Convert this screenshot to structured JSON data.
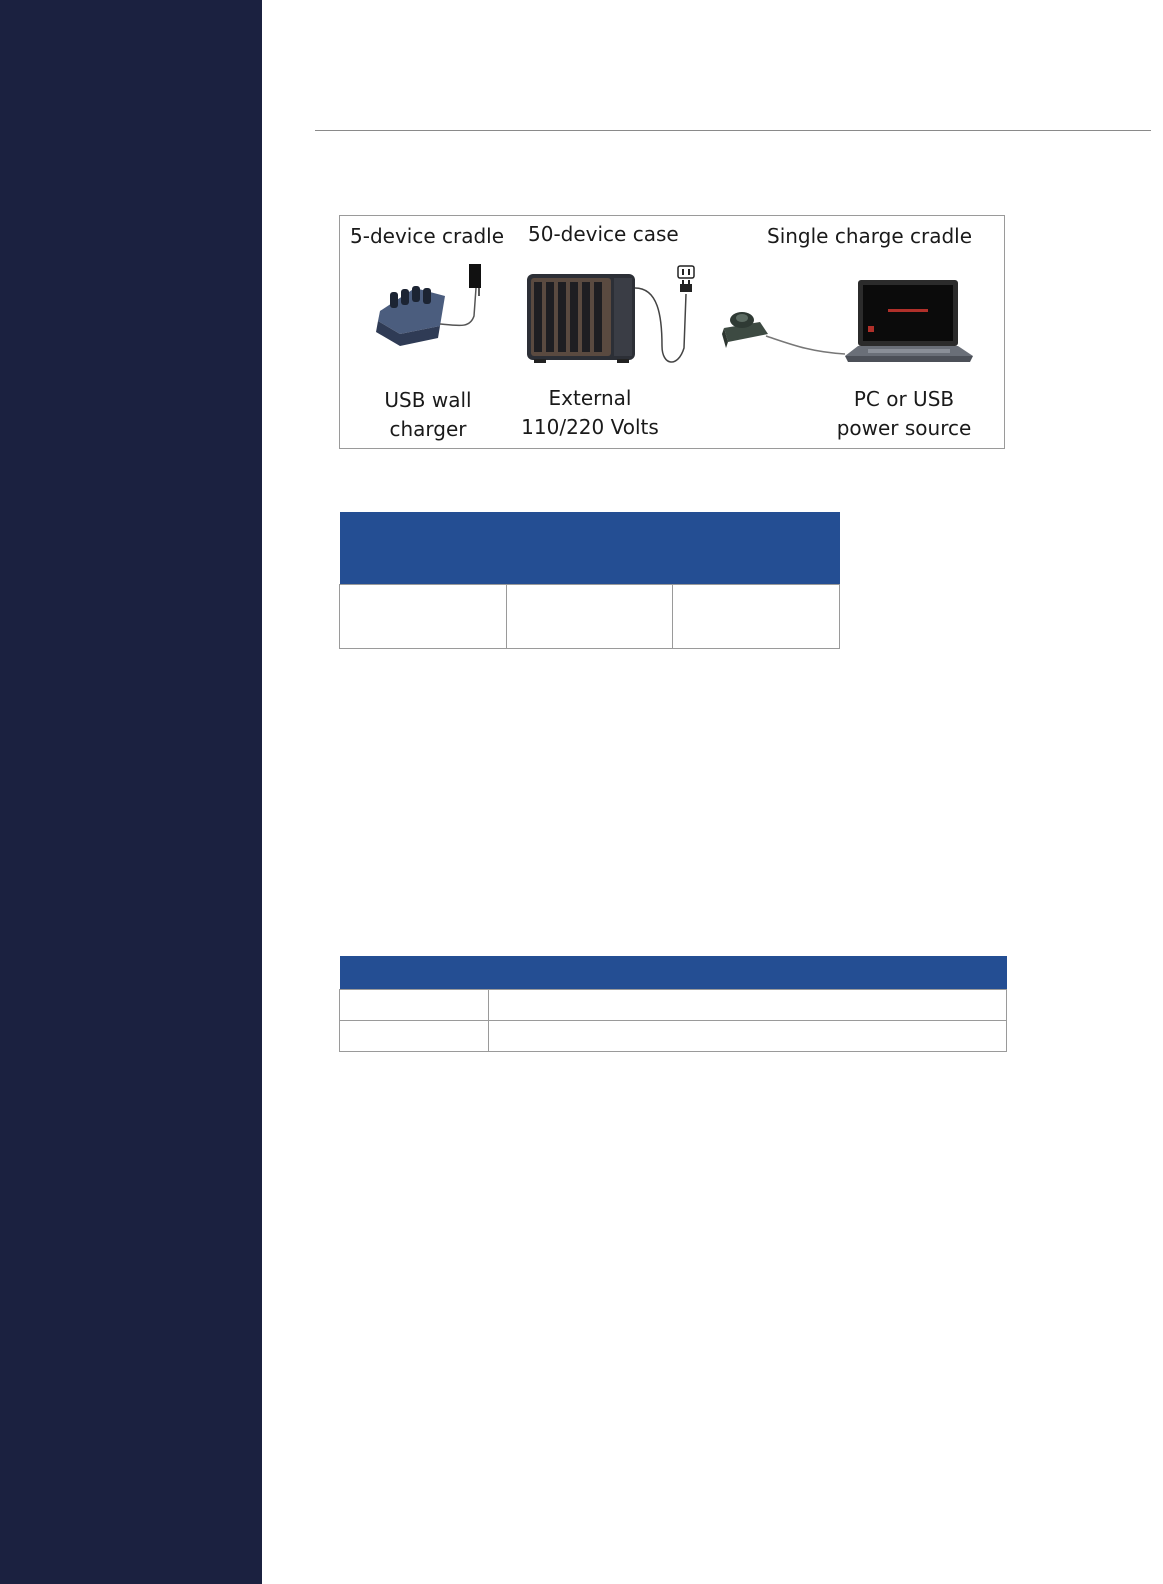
{
  "figure": {
    "labels": {
      "five_device_cradle": "5-device cradle",
      "fifty_device_case": "50-device case",
      "single_charge_cradle": "Single charge cradle",
      "usb_wall_charger_line1": "USB wall",
      "usb_wall_charger_line2": "charger",
      "external_line1": "External",
      "external_line2": "110/220 Volts",
      "pc_usb_line1": "PC or USB",
      "pc_usb_line2": "power source"
    },
    "icons": [
      "multi-device-cradle-icon",
      "usb-wall-charger-icon",
      "charging-case-icon",
      "wall-outlet-icon",
      "power-plug-icon",
      "single-cradle-icon",
      "laptop-icon"
    ],
    "colors": {
      "device_dark": "#3a3f4a",
      "cradle_blue": "#5a6f90",
      "laptop_screen": "#111111",
      "screen_text": "#c0392b"
    }
  },
  "colors": {
    "sidebar": "#1b2140",
    "table_header": "#244e93",
    "border": "#9a9a9a",
    "rule": "#8a8a8a"
  },
  "table1": {
    "headers": [
      "",
      "",
      ""
    ],
    "rows": [
      [
        "",
        "",
        ""
      ]
    ]
  },
  "table2": {
    "headers": [
      "",
      ""
    ],
    "rows": [
      [
        "",
        ""
      ],
      [
        "",
        ""
      ]
    ]
  }
}
